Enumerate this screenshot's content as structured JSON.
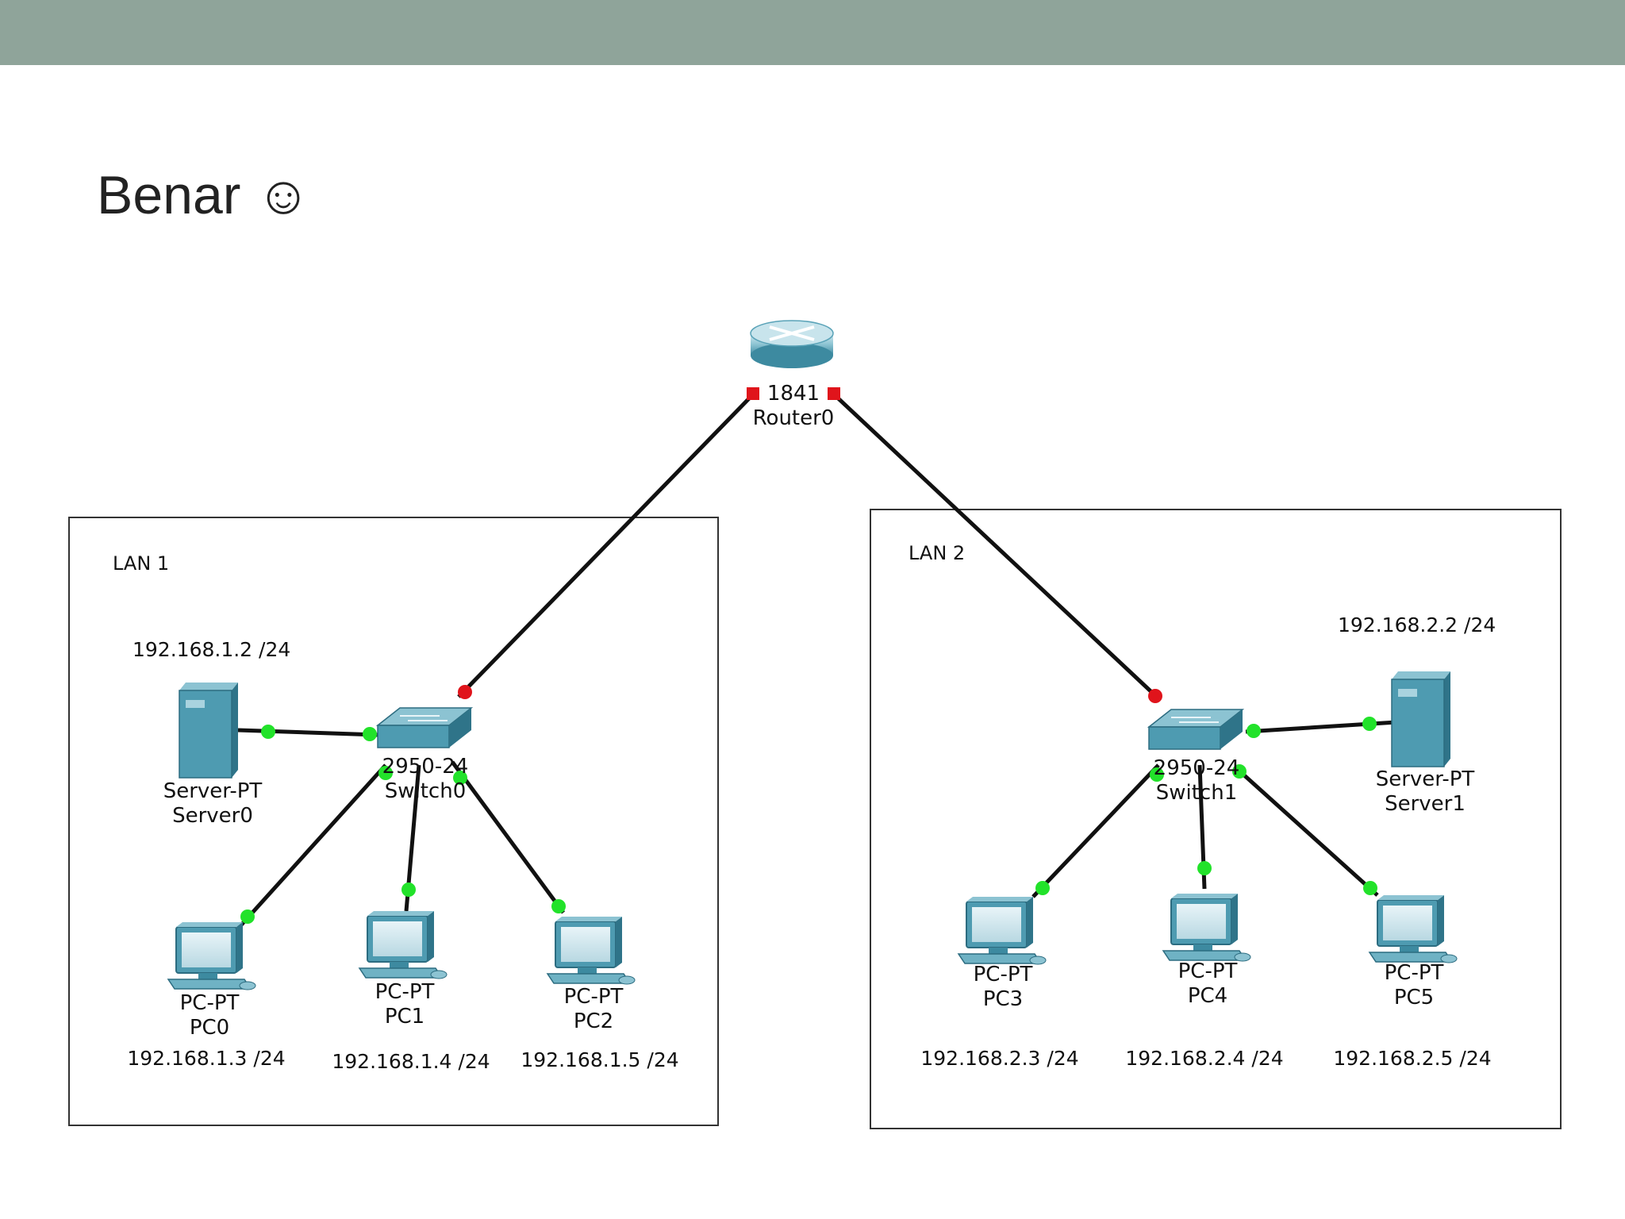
{
  "slide": {
    "title": "Benar ☺",
    "header_color": "#8fa49a"
  },
  "topology": {
    "router": {
      "model": "1841",
      "name": "Router0",
      "icon": "router-icon"
    },
    "lan1": {
      "label": "LAN 1",
      "switch": {
        "model": "2950-24",
        "name": "Switch0"
      },
      "server": {
        "type": "Server-PT",
        "name": "Server0",
        "ip": "192.168.1.2 /24"
      },
      "pcs": [
        {
          "type": "PC-PT",
          "name": "PC0",
          "ip": "192.168.1.3 /24"
        },
        {
          "type": "PC-PT",
          "name": "PC1",
          "ip": "192.168.1.4 /24"
        },
        {
          "type": "PC-PT",
          "name": "PC2",
          "ip": "192.168.1.5 /24"
        }
      ]
    },
    "lan2": {
      "label": "LAN 2",
      "switch": {
        "model": "2950-24",
        "name": "Switch1"
      },
      "server": {
        "type": "Server-PT",
        "name": "Server1",
        "ip": "192.168.2.2 /24"
      },
      "pcs": [
        {
          "type": "PC-PT",
          "name": "PC3",
          "ip": "192.168.2.3 /24"
        },
        {
          "type": "PC-PT",
          "name": "PC4",
          "ip": "192.168.2.4 /24"
        },
        {
          "type": "PC-PT",
          "name": "PC5",
          "ip": "192.168.2.5 /24"
        }
      ]
    },
    "colors": {
      "link": "#111111",
      "port_up": "#22e22a",
      "port_down": "#e0141b",
      "device": "#3b8aa0"
    }
  }
}
